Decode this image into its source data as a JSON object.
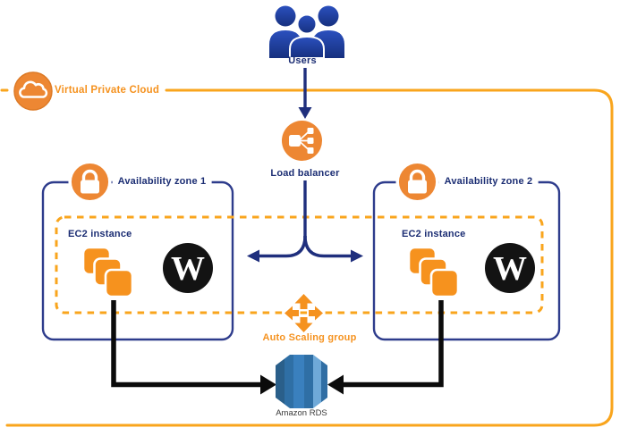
{
  "nodes": {
    "users": {
      "label": "Users"
    },
    "vpc": {
      "label": "Virtual Private Cloud"
    },
    "load_balancer": {
      "label": "Load balancer"
    },
    "availability_zone_1": {
      "label": "Availability zone 1",
      "ec2": {
        "label": "EC2 instance"
      }
    },
    "availability_zone_2": {
      "label": "Availability zone 2",
      "ec2": {
        "label": "EC2 instance"
      }
    },
    "auto_scaling_group": {
      "label": "Auto Scaling group"
    },
    "rds": {
      "label": "Amazon RDS"
    }
  },
  "colors": {
    "orange_icon_circle": "#ED8733",
    "orange_border_line": "#F9A51D",
    "orange_text": "#F5921F",
    "ec2_orange": "#F6921E",
    "navy_text": "#1B2D73",
    "navy_connector": "#1F2F7D",
    "zone_border_navy": "#2E3C8C",
    "users_blue": "#1E3EA8",
    "black_connector": "#0B0B0B",
    "wordpress_black": "#131313",
    "rds_blue": "#2F6FA5",
    "rds_blue_light": "#6FA9D8",
    "rds_blue_dark": "#2A5F8A"
  }
}
